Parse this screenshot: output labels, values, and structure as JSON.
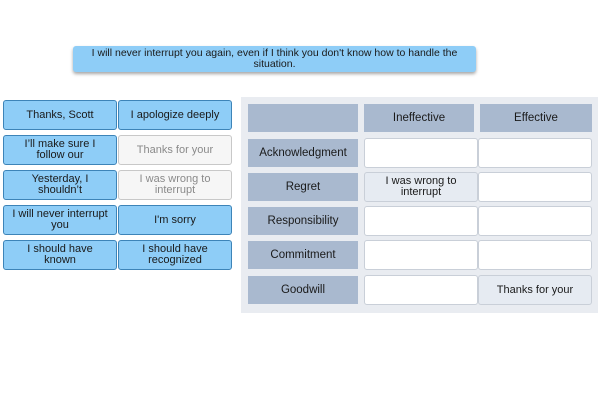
{
  "prompt": "I will never interrupt you again, even if I think you don't know how to handle the situation.",
  "chips": {
    "c1": "Thanks, Scott",
    "c2": "I apologize deeply",
    "c3": "I’ll make sure I follow our",
    "c4": "Thanks for your",
    "c5": "Yesterday, I shouldn’t",
    "c6": "I was wrong to interrupt",
    "c7": "I will never interrupt you",
    "c8": "I'm sorry",
    "c9": "I should have known",
    "c10": "I should have recognized"
  },
  "table": {
    "col_ineffective": "Ineffective",
    "col_effective": "Effective",
    "rows": {
      "acknowledgment": "Acknowledgment",
      "regret": "Regret",
      "responsibility": "Responsibility",
      "commitment": "Commitment",
      "goodwill": "Goodwill"
    },
    "cells": {
      "regret_ineffective": "I was wrong to interrupt",
      "goodwill_effective": "Thanks for your"
    }
  }
}
